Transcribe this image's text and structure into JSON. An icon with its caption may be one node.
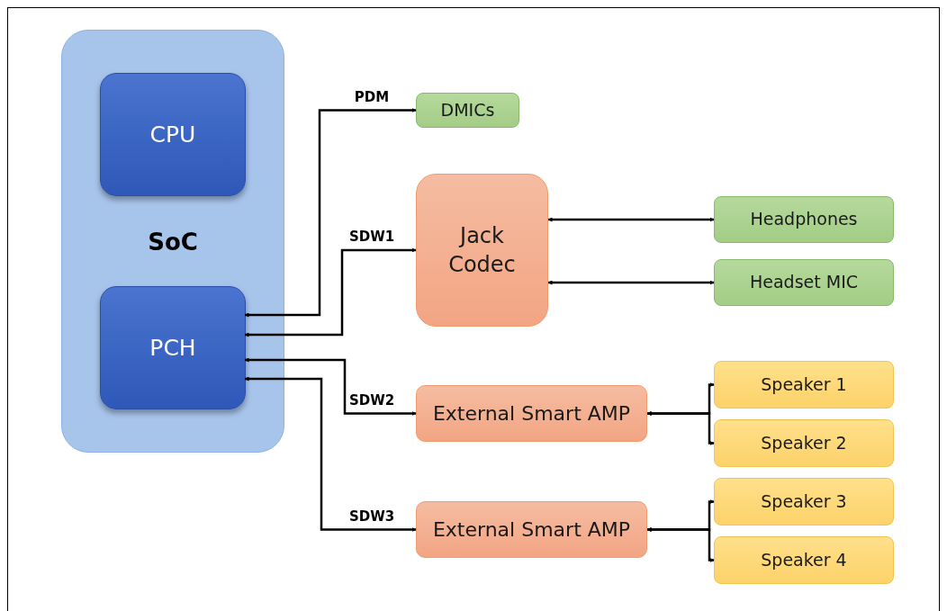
{
  "diagram": {
    "nodes": [
      {
        "text": [
          "SoC"
        ]
      },
      {
        "text": [
          "CPU"
        ],
        "in": 0
      },
      {
        "text": [
          "PCH"
        ],
        "in": 0
      },
      {
        "text": [
          "DMICs"
        ]
      },
      {
        "text": [
          "Jack Codec"
        ]
      },
      {
        "text": [
          "Headphones"
        ]
      },
      {
        "text": [
          "Headset MIC"
        ]
      },
      {
        "text": [
          "External Smart AMP"
        ]
      },
      {
        "text": [
          "Speaker 1"
        ]
      },
      {
        "text": [
          "Speaker 2"
        ]
      },
      {
        "text": [
          "External Smart AMP"
        ]
      },
      {
        "text": [
          "Speaker 3"
        ]
      },
      {
        "text": [
          "Speaker 4"
        ]
      }
    ],
    "edges": [
      {
        "from": 2,
        "to": 3,
        "arrow": "both",
        "label": "PDM"
      },
      {
        "from": 2,
        "to": 4,
        "arrow": "both",
        "label": "SDW1"
      },
      {
        "from": 2,
        "to": 7,
        "arrow": "both",
        "label": "SDW2"
      },
      {
        "from": 2,
        "to": 10,
        "arrow": "both",
        "label": "SDW3"
      },
      {
        "from": 4,
        "to": 5,
        "arrow": "both"
      },
      {
        "from": 4,
        "to": 6,
        "arrow": "both"
      },
      {
        "from": 7,
        "to": 8,
        "arrow": "both"
      },
      {
        "from": 7,
        "to": 9,
        "arrow": "both"
      },
      {
        "from": 10,
        "to": 11,
        "arrow": "both"
      },
      {
        "from": 10,
        "to": 12,
        "arrow": "both"
      }
    ]
  }
}
